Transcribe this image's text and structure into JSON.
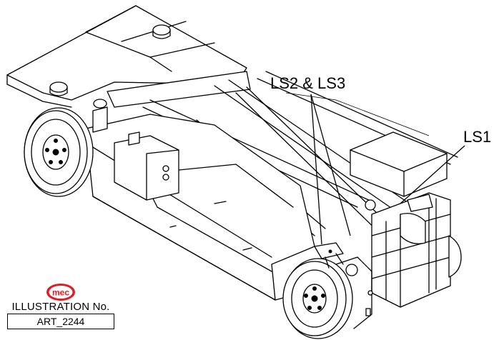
{
  "callouts": {
    "ls2_ls3": "LS2 & LS3",
    "ls1": "LS1"
  },
  "illustration": {
    "logo_text": "mec",
    "label": "ILLUSTRATION No.",
    "number": "ART_2244"
  },
  "colors": {
    "logo_red": "#e31b23",
    "line": "#000000"
  }
}
